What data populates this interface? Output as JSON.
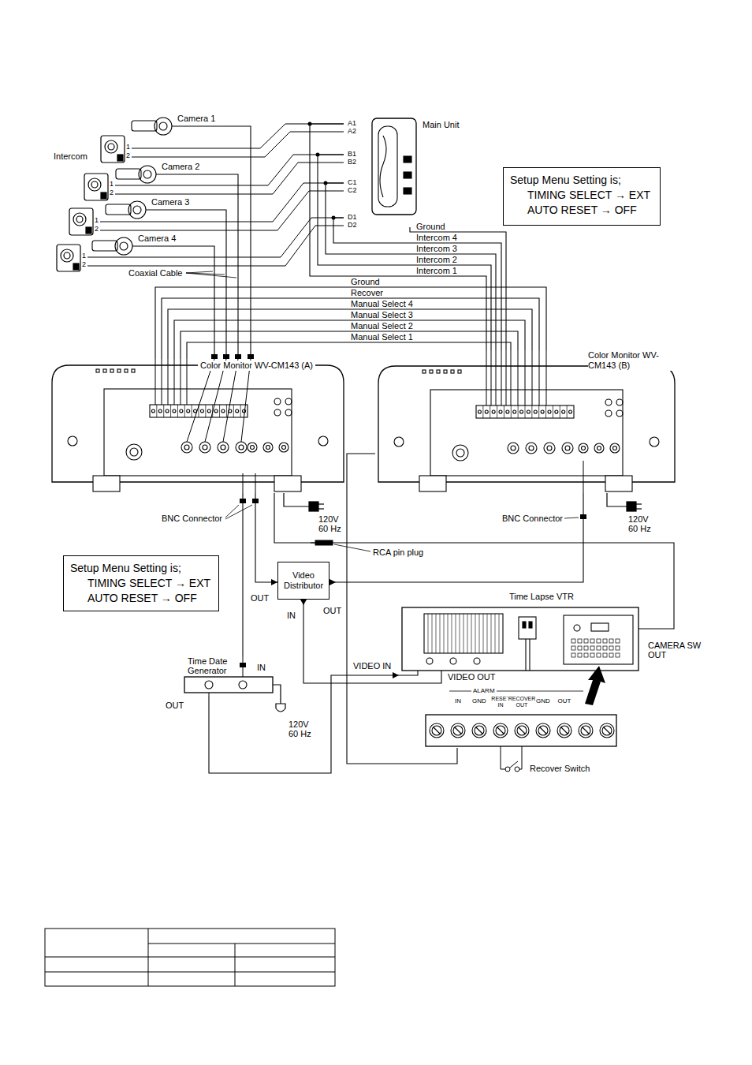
{
  "diagram": {
    "nodes": [
      {
        "text": [
          "Camera 1"
        ]
      },
      {
        "text": [
          "Camera 2"
        ]
      },
      {
        "text": [
          "Camera 3"
        ]
      },
      {
        "text": [
          "Camera 4"
        ]
      },
      {
        "text": [
          "Main Unit"
        ]
      },
      {
        "text": [
          "Setup Menu Setting is;",
          "TIMING SELECT → EXT",
          "AUTO RESET → OFF"
        ]
      },
      {
        "text": [
          "Color Monitor WV-CM143 (A)"
        ]
      },
      {
        "text": [
          "Color Monitor WV-CM143 (B)"
        ]
      },
      {
        "text": [
          "Setup Menu Setting is;",
          "TIMING SELECT → EXT",
          "AUTO RESET → OFF"
        ]
      },
      {
        "text": [
          "Video Distributor"
        ]
      },
      {
        "text": [
          "Time Lapse VTR"
        ]
      },
      {
        "text": [
          "Time Date Generator"
        ]
      },
      {
        "text": [
          "ALARM"
        ]
      }
    ],
    "edges": [
      {
        "from": 0,
        "to": 6,
        "arrow": "none"
      },
      {
        "from": 1,
        "to": 6,
        "arrow": "none"
      },
      {
        "from": 2,
        "to": 6,
        "arrow": "none"
      },
      {
        "from": 3,
        "to": 6,
        "arrow": "none"
      },
      {
        "from": 4,
        "to": 7,
        "label": "Ground",
        "arrow": "none"
      },
      {
        "from": 4,
        "to": 7,
        "label": "Intercom 4",
        "arrow": "none"
      },
      {
        "from": 4,
        "to": 7,
        "label": "Intercom 3",
        "arrow": "none"
      },
      {
        "from": 4,
        "to": 7,
        "label": "Intercom 2",
        "arrow": "none"
      },
      {
        "from": 4,
        "to": 7,
        "label": "Intercom 1",
        "arrow": "none"
      },
      {
        "from": 6,
        "to": 7,
        "label": "Ground",
        "arrow": "none"
      },
      {
        "from": 6,
        "to": 7,
        "label": "Recover",
        "arrow": "none"
      },
      {
        "from": 6,
        "to": 7,
        "label": "Manual Select 4",
        "arrow": "none"
      },
      {
        "from": 6,
        "to": 7,
        "label": "Manual Select 3",
        "arrow": "none"
      },
      {
        "from": 6,
        "to": 7,
        "label": "Manual Select 2",
        "arrow": "none"
      },
      {
        "from": 6,
        "to": 7,
        "label": "Manual Select 1",
        "arrow": "none"
      },
      {
        "from": 6,
        "to": 11,
        "arrow": "none"
      },
      {
        "from": 6,
        "to": 9,
        "arrow": "none"
      },
      {
        "from": 11,
        "to": 10,
        "arrow": "none"
      },
      {
        "from": 10,
        "to": 9,
        "arrow": "none"
      },
      {
        "from": 9,
        "to": 7,
        "arrow": "none"
      },
      {
        "from": 10,
        "to": 6,
        "arrow": "none"
      },
      {
        "from": 12,
        "to": 7,
        "arrow": "none"
      }
    ],
    "labels": [
      "A1",
      "A2",
      "B1",
      "B2",
      "C1",
      "C2",
      "D1",
      "D2",
      "Intercom",
      "1",
      "2",
      "1",
      "2",
      "1",
      "2",
      "1",
      "2",
      "Coaxial Cable",
      "BNC Connector",
      "120V 60 Hz",
      "BNC Connector",
      "120V 60 Hz",
      "RCA pin plug",
      "OUT",
      "IN",
      "OUT",
      "IN",
      "OUT",
      "120V 60 Hz",
      "CAMERA SW OUT",
      "VIDEO OUT",
      "VIDEO IN",
      "IN",
      "GND",
      "RESET IN",
      "RECOVER OUT",
      "GND",
      "OUT",
      "Recover Switch"
    ]
  }
}
